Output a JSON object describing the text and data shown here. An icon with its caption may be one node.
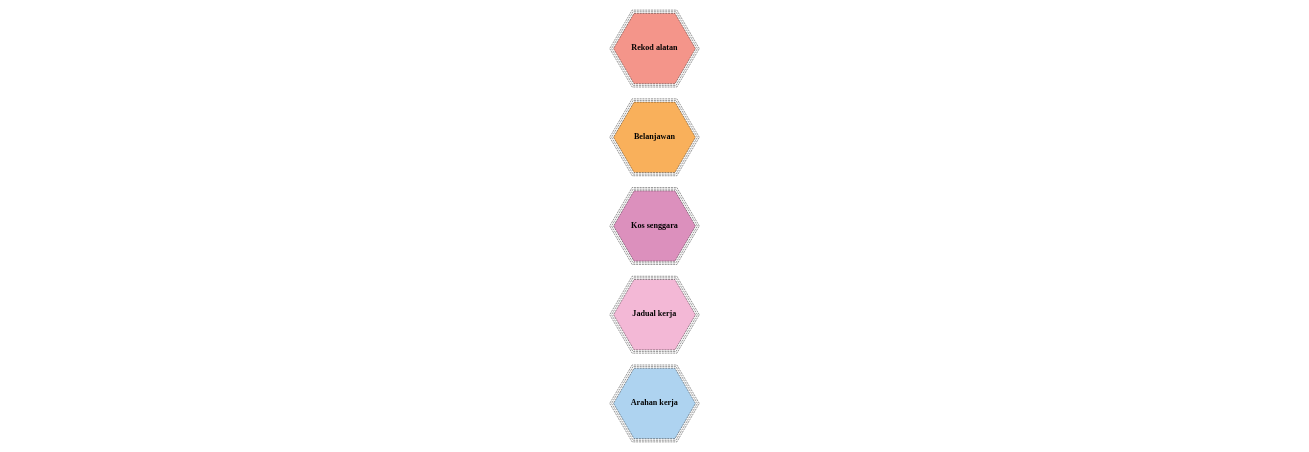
{
  "diagram": {
    "nodes": [
      {
        "text": [
          "Arahan kerja"
        ]
      },
      {
        "text": [
          "Jadual kerja"
        ]
      },
      {
        "text": [
          "Kos senggara"
        ]
      },
      {
        "text": [
          "Belanjawan"
        ]
      },
      {
        "text": [
          "Rekod alatan"
        ]
      }
    ]
  }
}
